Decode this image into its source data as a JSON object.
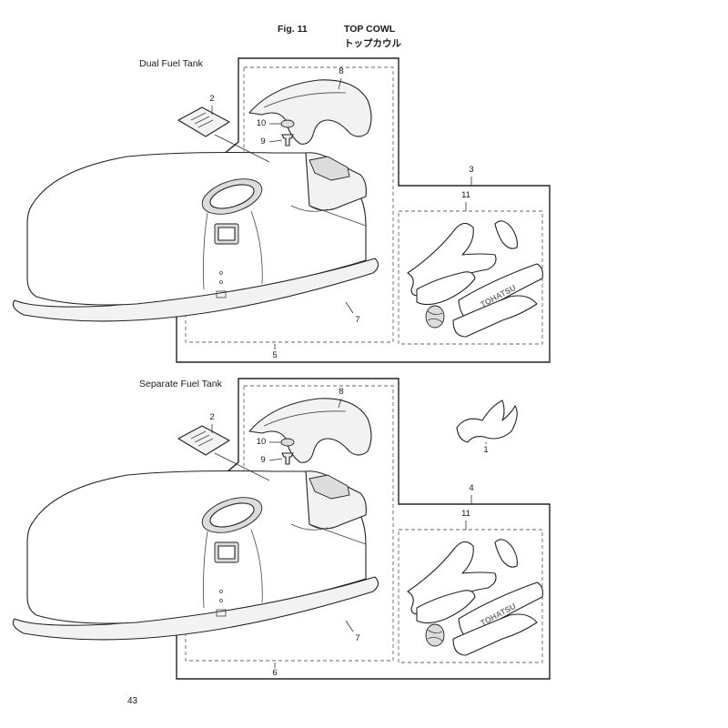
{
  "header": {
    "fig_label": "Fig. 11",
    "title_en": "TOP COWL",
    "title_jp": "トップカウル"
  },
  "sections": [
    {
      "id": "dual",
      "title": "Dual Fuel Tank",
      "callouts": {
        "decal_plate": "2",
        "cover": "8",
        "washer": "10",
        "screw": "9",
        "seal": "7",
        "cowl_assy": "5",
        "decal_set": "3",
        "decal_kit": "11"
      }
    },
    {
      "id": "separate",
      "title": "Separate Fuel Tank",
      "callouts": {
        "decal_plate": "2",
        "cover": "8",
        "washer": "10",
        "screw": "9",
        "seal": "7",
        "cowl_assy": "6",
        "decal_set": "4",
        "decal_kit": "11",
        "extra_decal": "1"
      }
    }
  ],
  "decal_text": "TOHATSU",
  "page_number": "43"
}
